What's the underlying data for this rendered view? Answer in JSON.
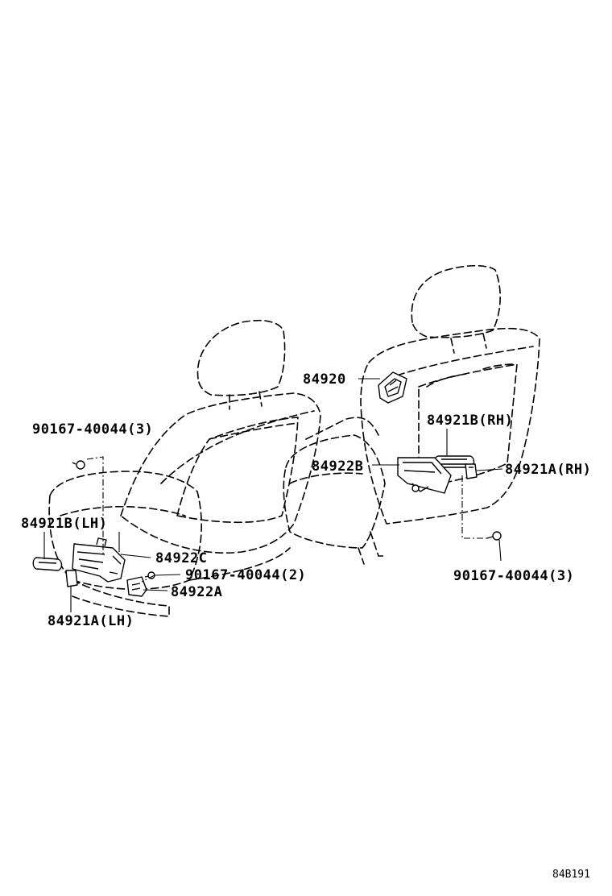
{
  "diagram": {
    "callouts": {
      "p84920": "84920",
      "p84921b_rh": "84921B(RH)",
      "p84922b": "84922B",
      "p84921a_rh": "84921A(RH)",
      "screw_rh": "90167-40044(3)",
      "screw_lh_top": "90167-40044(3)",
      "p84921b_lh": "84921B(LH)",
      "p84922c": "84922C",
      "screw_lh_mid": "90167-40044(2)",
      "p84922a": "84922A",
      "p84921a_lh": "84921A(LH)"
    },
    "reference_code": "84B191"
  }
}
